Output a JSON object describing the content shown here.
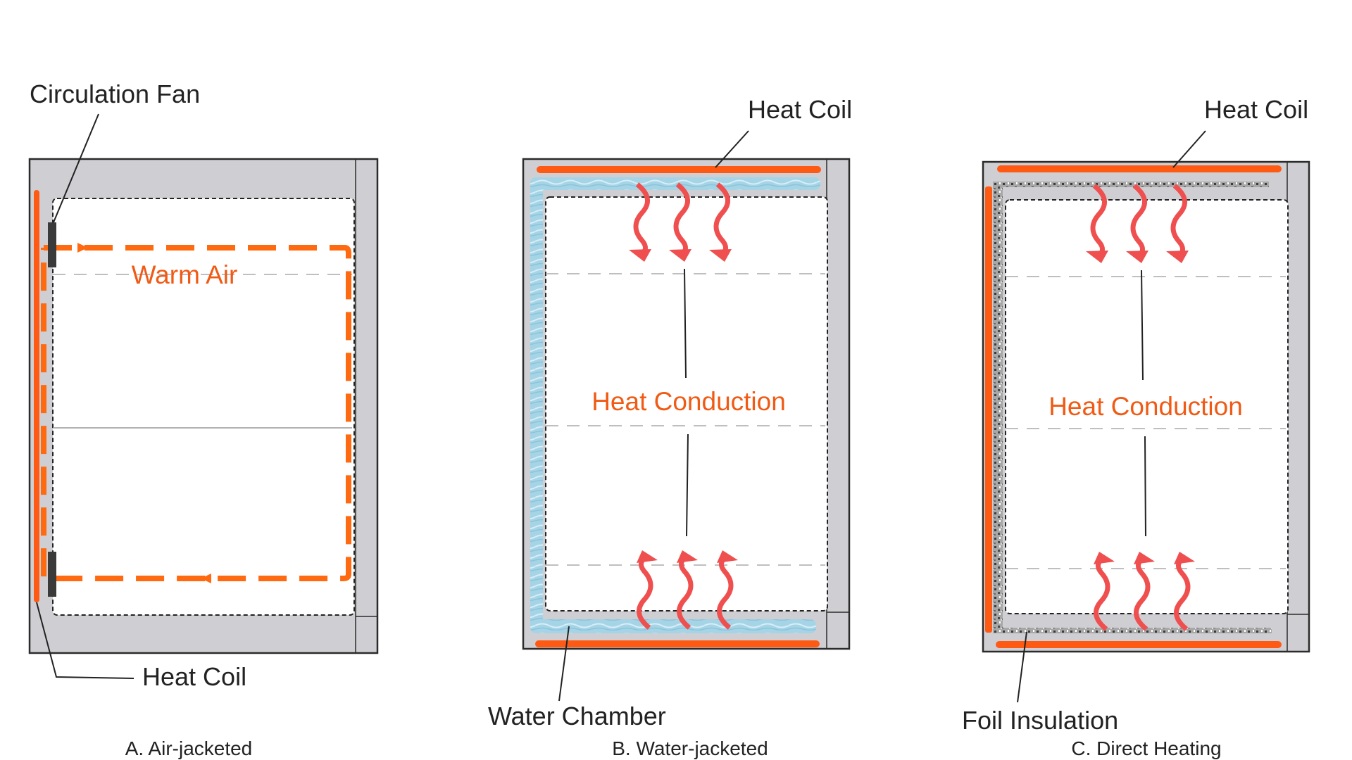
{
  "colors": {
    "cabinet": "#cfcfd3",
    "outline": "#2b2b2b",
    "coil": "#ff5a14",
    "air": "#ff6a10",
    "water": "#a5d4e6",
    "wave_arrow": "#ef4f4f",
    "fan": "#3a3a3a",
    "foil": "#8a8a8a",
    "accent_text": "#f05a14"
  },
  "panel_a": {
    "caption": "A. Air-jacketed",
    "fan_label": "Circulation Fan",
    "air_label": "Warm Air",
    "coil_label": "Heat Coil"
  },
  "panel_b": {
    "caption": "B. Water-jacketed",
    "coil_label": "Heat Coil",
    "conduction_label": "Heat Conduction",
    "water_label": "Water Chamber"
  },
  "panel_c": {
    "caption": "C. Direct Heating",
    "coil_label": "Heat Coil",
    "conduction_label": "Heat Conduction",
    "foil_label": "Foil Insulation"
  }
}
